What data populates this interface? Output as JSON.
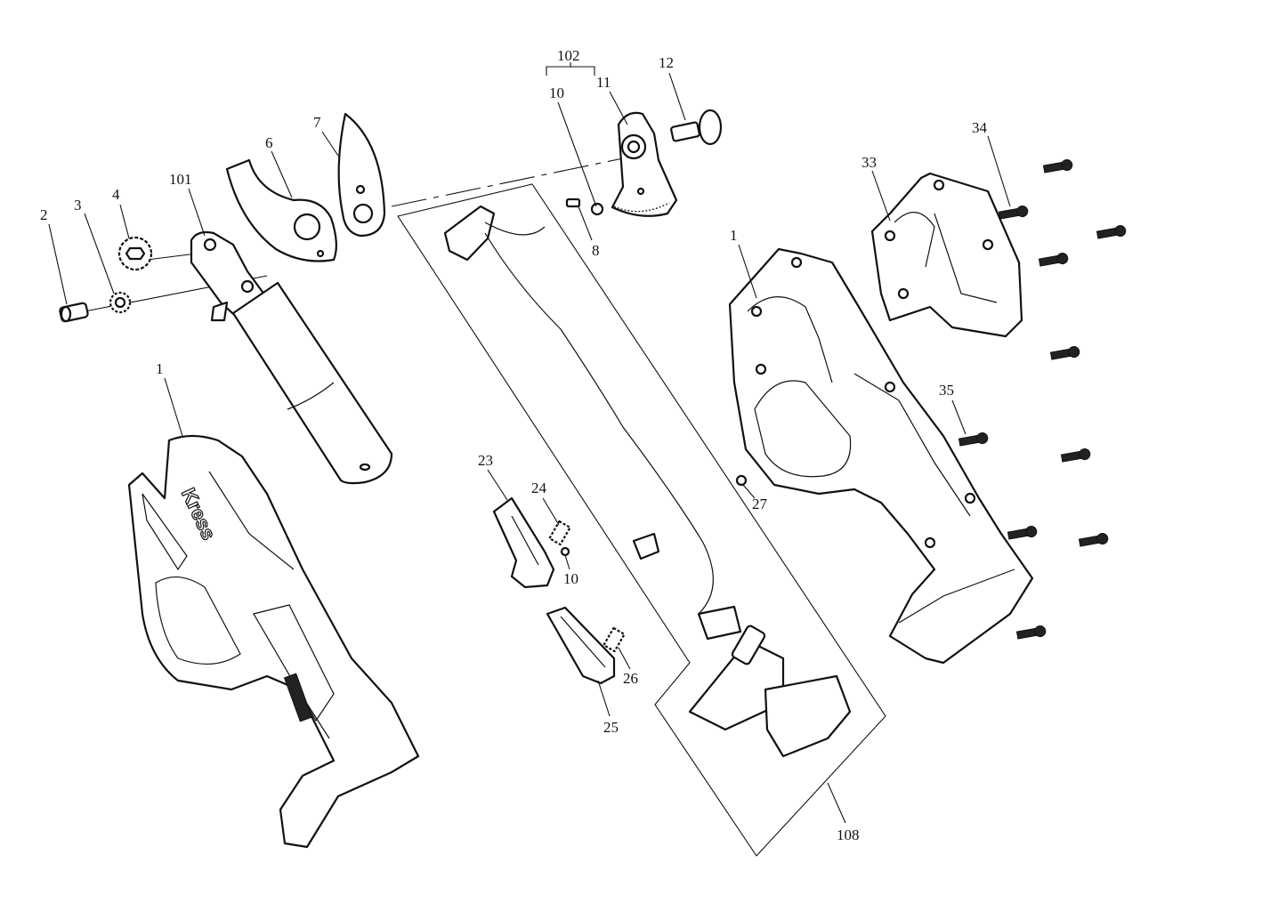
{
  "diagram": {
    "title": "Cordless pruner exploded parts view",
    "brand_logo": "Kress",
    "callouts": {
      "c102": "102",
      "c10a": "10",
      "c11": "11",
      "c12": "12",
      "c7": "7",
      "c6": "6",
      "c101": "101",
      "c4": "4",
      "c3": "3",
      "c2": "2",
      "c8": "8",
      "c1left": "1",
      "c1right": "1",
      "c33": "33",
      "c34": "34",
      "c35": "35",
      "c27": "27",
      "c23": "23",
      "c24": "24",
      "c10b": "10",
      "c25": "25",
      "c26": "26",
      "c108": "108"
    }
  }
}
